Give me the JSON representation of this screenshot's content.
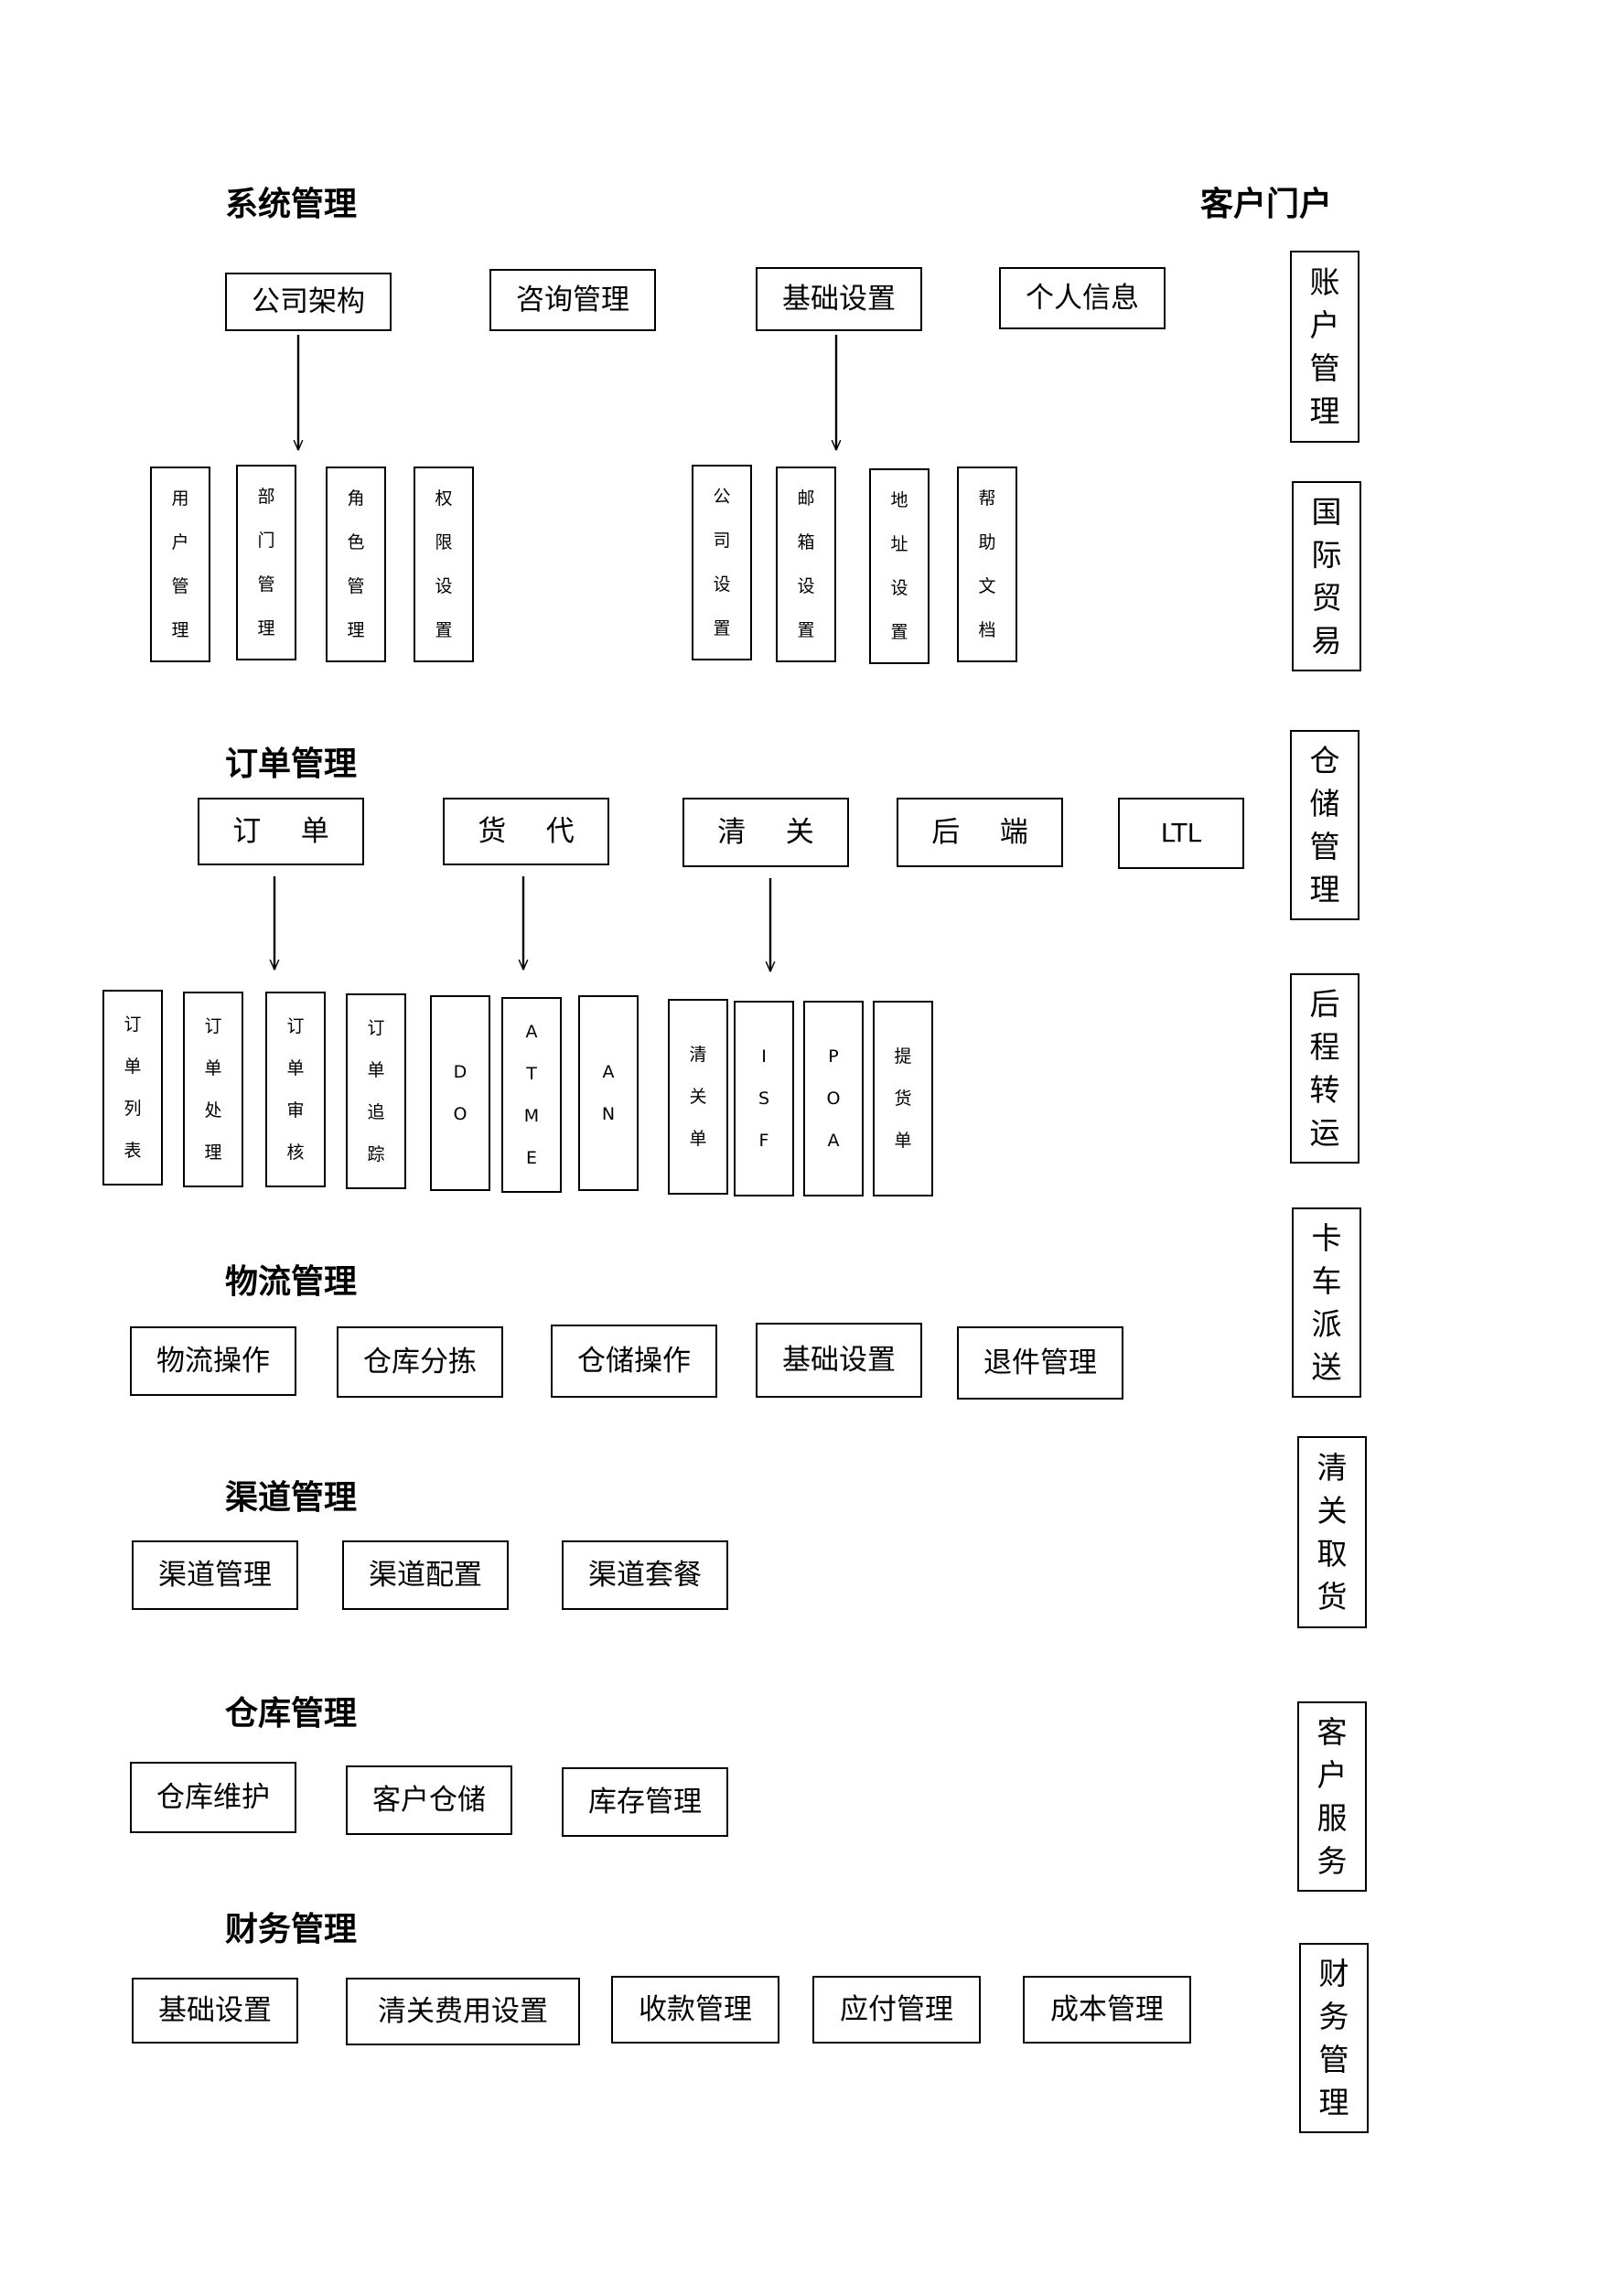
{
  "system_management": {
    "heading": "系统管理",
    "items": [
      "公司架构",
      "咨询管理",
      "基础设置",
      "个人信息"
    ],
    "company_structure_children": [
      "用户管理",
      "部门管理",
      "角色管理",
      "权限设置"
    ],
    "basic_settings_children": [
      "公司设置",
      "邮箱设置",
      "地址设置",
      "帮助文档"
    ]
  },
  "customer_portal": {
    "heading": "客户门户",
    "items": [
      "账户管理",
      "国际贸易",
      "仓储管理",
      "后程转运",
      "卡车派送",
      "清关取货",
      "客户服务",
      "财务管理"
    ]
  },
  "order_management": {
    "heading": "订单管理",
    "items": [
      "订单",
      "货代",
      "清关",
      "后端",
      "LTL"
    ],
    "order_children": [
      "订单列表",
      "订单处理",
      "订单审核",
      "订单追踪"
    ],
    "forwarding_children": [
      "DO",
      "ATME",
      "AN"
    ],
    "customs_children": [
      "清关单",
      "ISF",
      "POA",
      "提货单"
    ]
  },
  "logistics_management": {
    "heading": "物流管理",
    "items": [
      "物流操作",
      "仓库分拣",
      "仓储操作",
      "基础设置",
      "退件管理"
    ]
  },
  "channel_management": {
    "heading": "渠道管理",
    "items": [
      "渠道管理",
      "渠道配置",
      "渠道套餐"
    ]
  },
  "warehouse_management": {
    "heading": "仓库管理",
    "items": [
      "仓库维护",
      "客户仓储",
      "库存管理"
    ]
  },
  "finance_management": {
    "heading": "财务管理",
    "items": [
      "基础设置",
      "清关费用设置",
      "收款管理",
      "应付管理",
      "成本管理"
    ]
  }
}
